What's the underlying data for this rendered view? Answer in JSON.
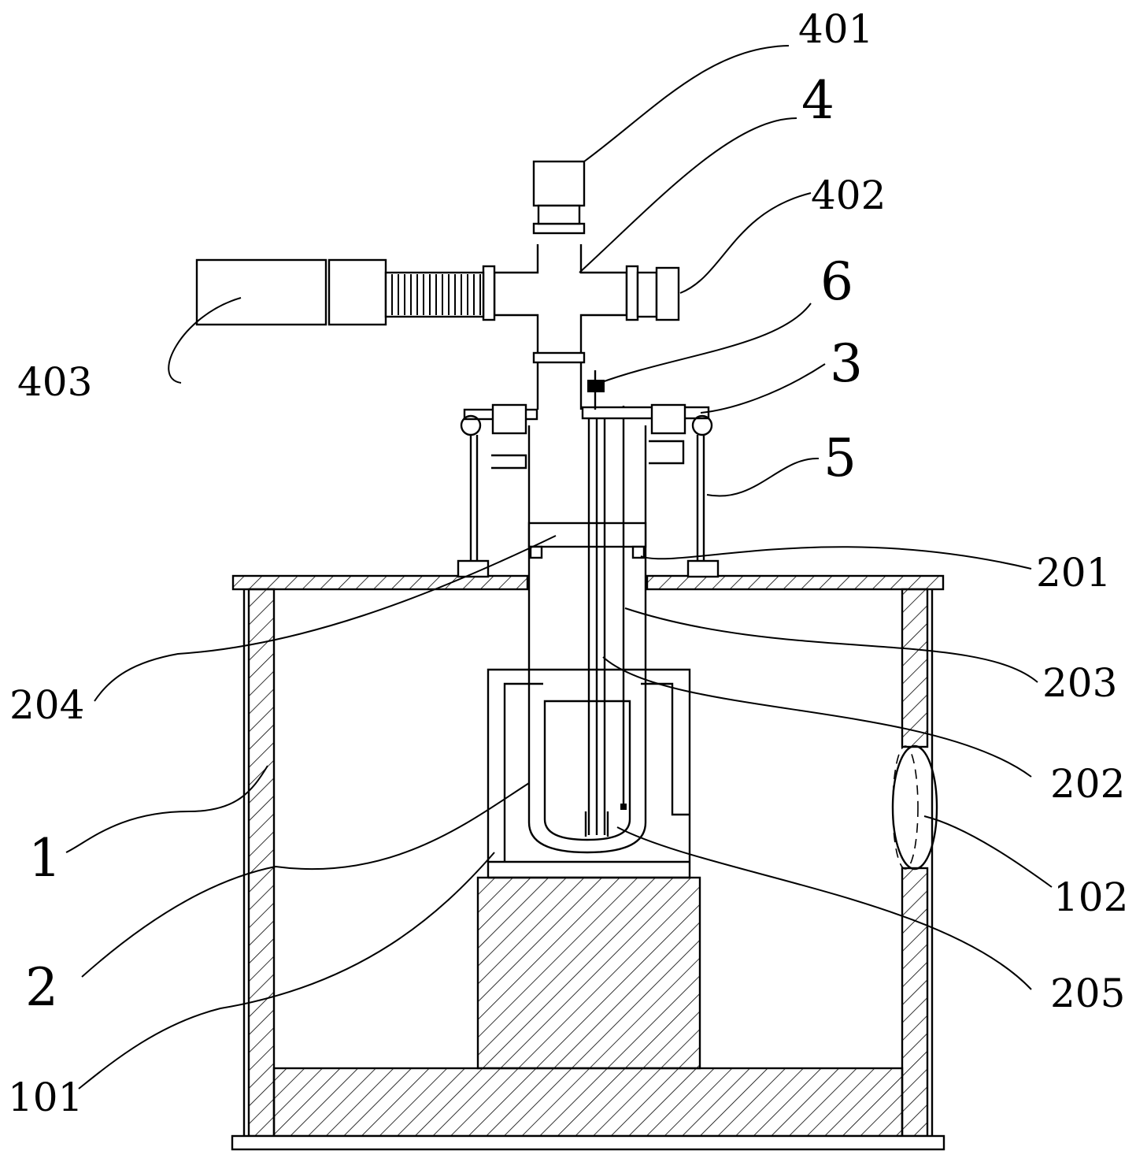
{
  "labels": {
    "l401": "401",
    "l4": "4",
    "l402": "402",
    "l6": "6",
    "l3": "3",
    "l5": "5",
    "l403": "403",
    "l201": "201",
    "l204": "204",
    "l203": "203",
    "l202": "202",
    "l1": "1",
    "l102": "102",
    "l2": "2",
    "l205": "205",
    "l101": "101"
  }
}
